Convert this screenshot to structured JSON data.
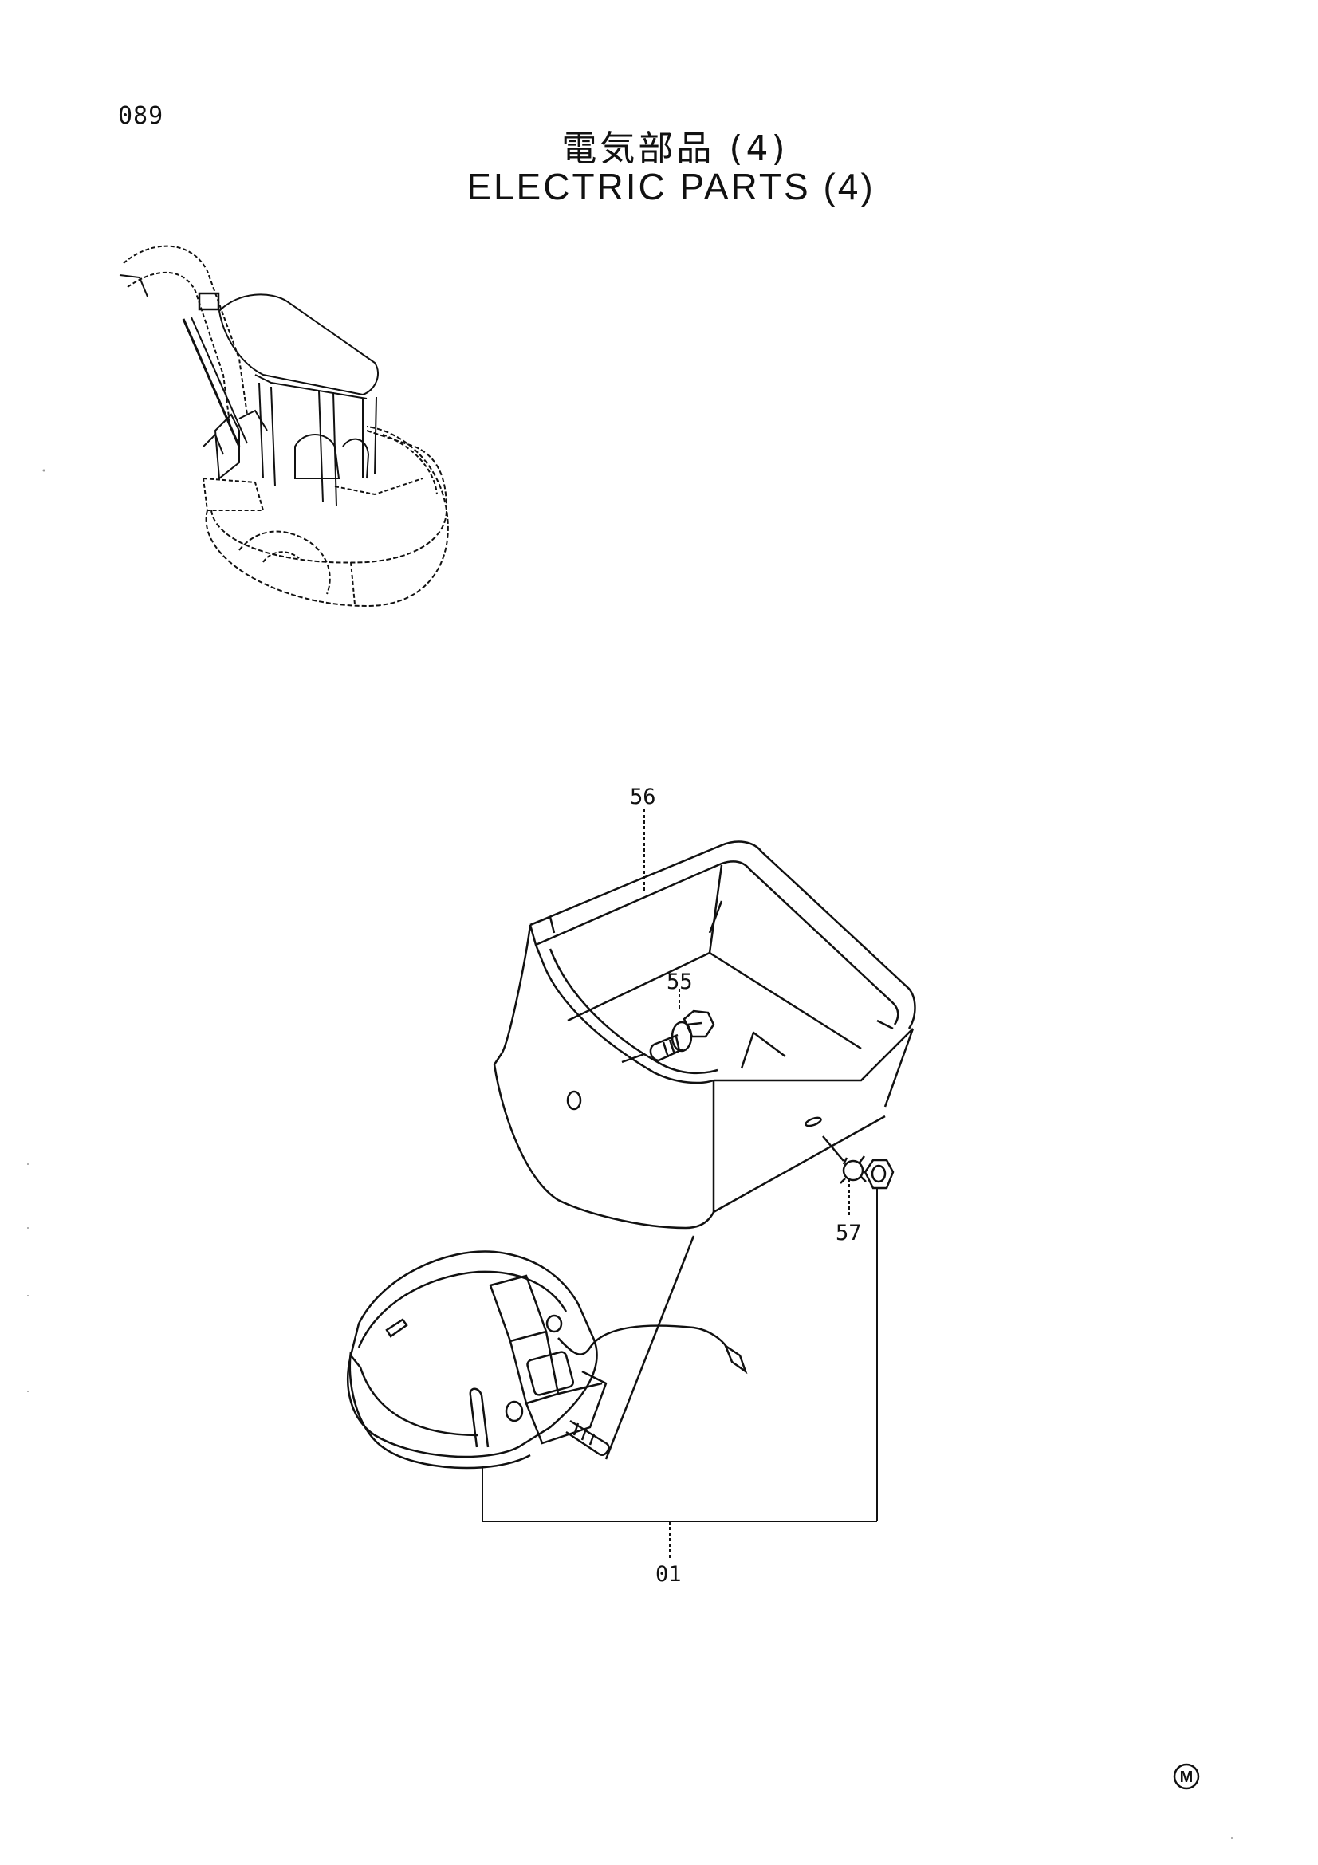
{
  "header": {
    "page_number": "089",
    "title_jp": "電気部品 (4)",
    "title_en": "ELECTRIC PARTS (4)"
  },
  "callouts": {
    "box": "56",
    "bolt": "55",
    "nut_washer": "57",
    "lamp_assembly": "01"
  },
  "footer": {
    "mark_letter": "M"
  },
  "colors": {
    "line": "#111111",
    "background": "#ffffff"
  }
}
